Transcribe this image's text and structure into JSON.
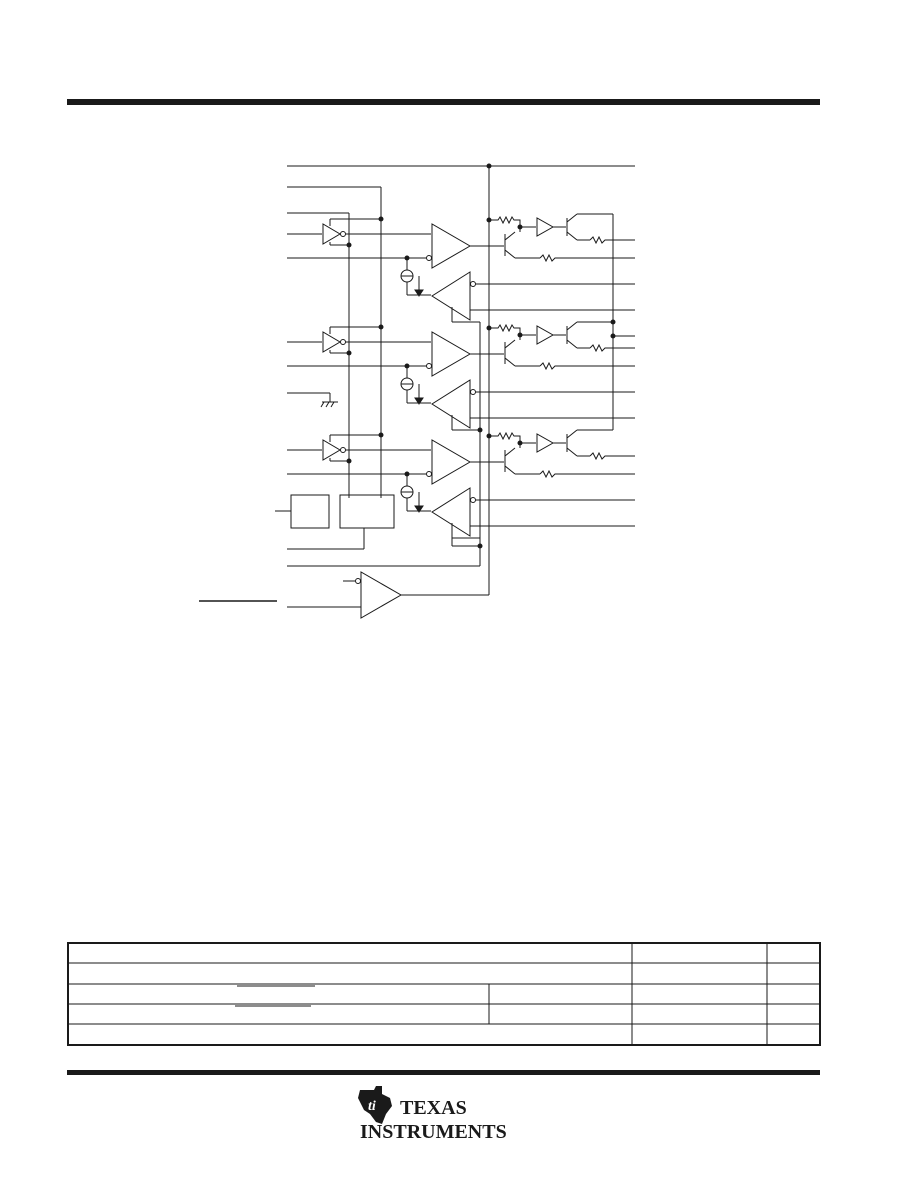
{
  "header": {
    "rule_color": "#1a1a1a"
  },
  "schematic": {
    "description_visible": false,
    "channels": 3,
    "line_color": "#1a1a1a"
  },
  "table": {
    "rows": 5,
    "columns": 4,
    "cells": []
  },
  "footer": {
    "logo": {
      "brand_line1": "TEXAS",
      "brand_line2": "INSTRUMENTS",
      "icon": "ti-state-icon"
    }
  }
}
